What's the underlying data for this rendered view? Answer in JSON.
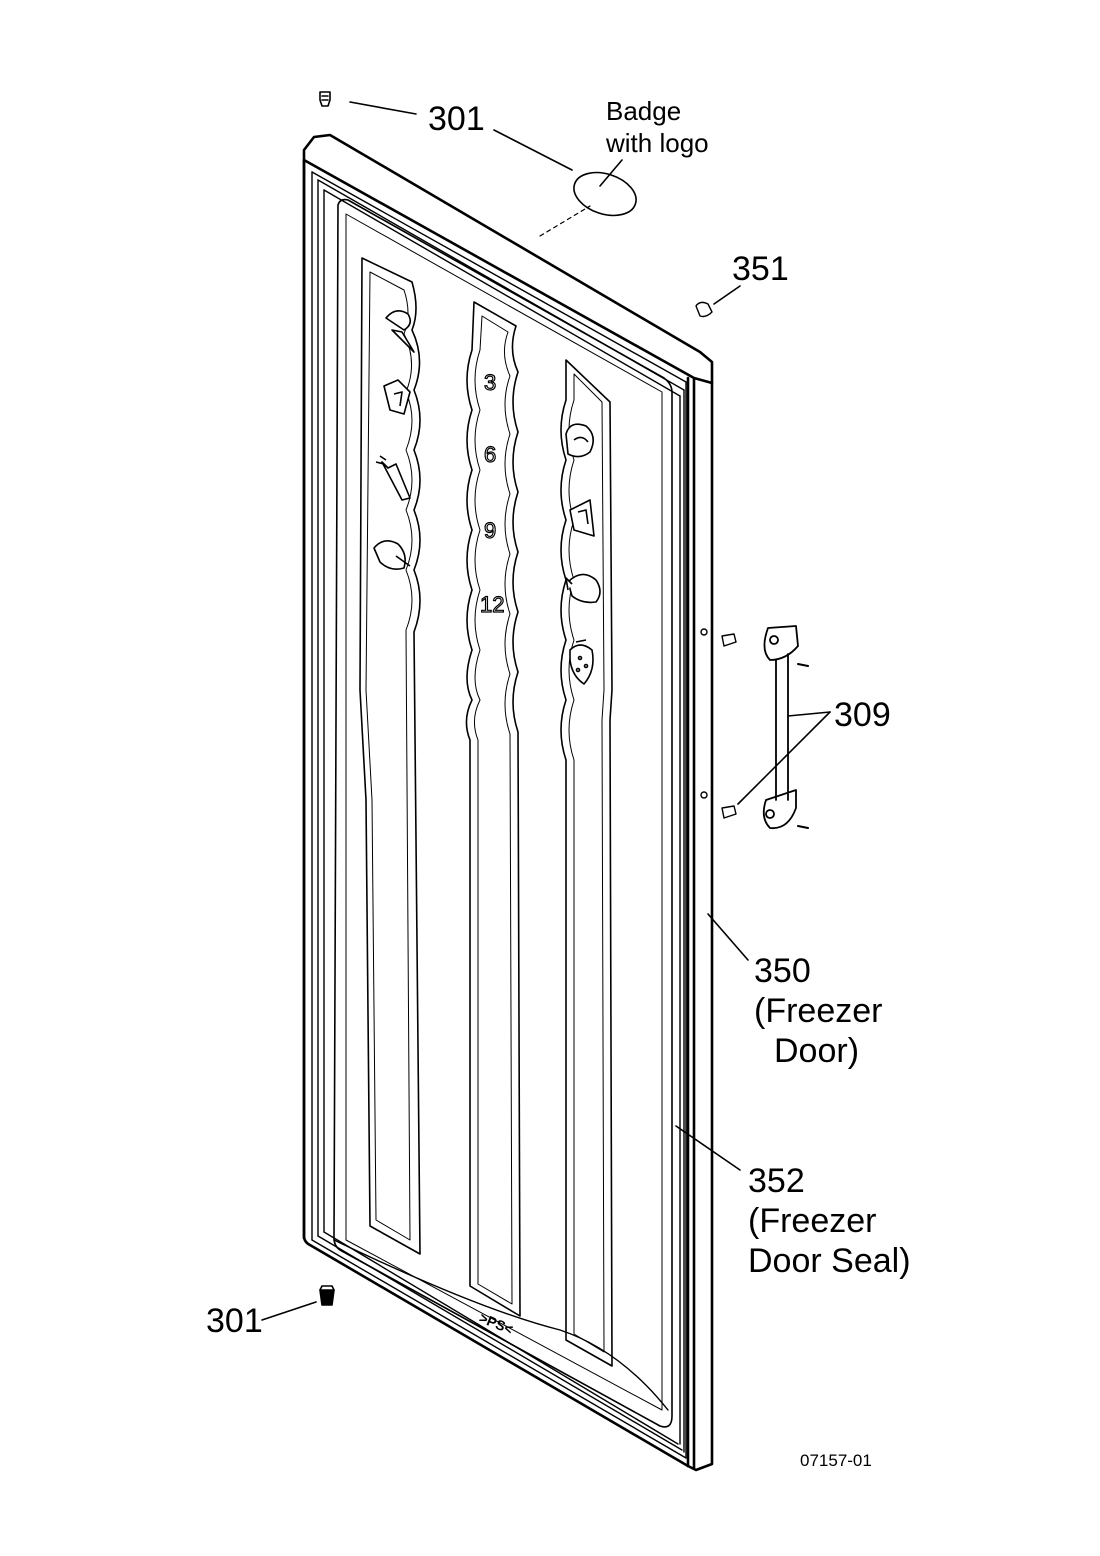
{
  "labels": {
    "screw_top": "301",
    "screw_bottom": "301",
    "badge_line1": "Badge",
    "badge_line2": "with logo",
    "hinge_cap": "351",
    "handle": "309",
    "door_num": "350",
    "door_line2": "(Freezer",
    "door_line3": "Door)",
    "seal_num": "352",
    "seal_line2": "(Freezer",
    "seal_line3": "Door Seal)",
    "drawing_id": "07157-01"
  },
  "embossed": {
    "month_marks": [
      "3",
      "6",
      "9",
      "12"
    ],
    "stamp": ">PS<"
  },
  "icons": {
    "left_panel": [
      "ice-cream-icon",
      "meat-icon",
      "carrot-icon",
      "poultry-icon"
    ],
    "right_panel": [
      "sausage-icon",
      "cheese-icon",
      "fish-icon",
      "strawberry-icon"
    ]
  },
  "colors": {
    "line": "#000000",
    "background": "#ffffff"
  }
}
